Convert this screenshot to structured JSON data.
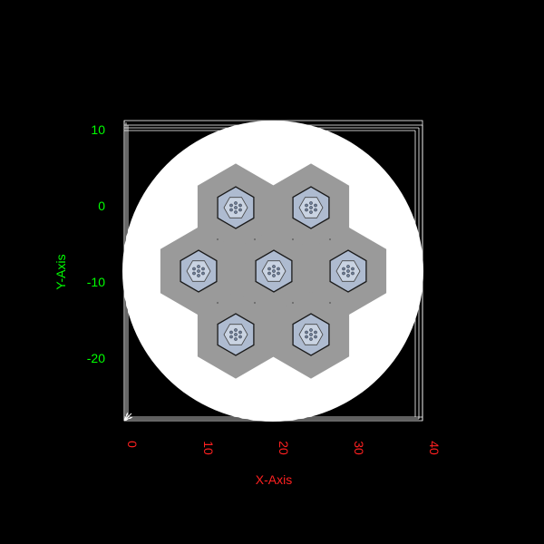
{
  "axes": {
    "x_title": "X-Axis",
    "y_title": "Y-Axis",
    "x_ticks": [
      "0",
      "10",
      "20",
      "30",
      "40"
    ],
    "y_ticks": [
      "10",
      "0",
      "-10",
      "-20"
    ],
    "x_color": "#ff2020",
    "y_color": "#00ff00",
    "box_color": "#ffffff"
  },
  "scene": {
    "background": "#000000",
    "disc_color": "#ffffff",
    "hex_cell_color": "#9a9a9a",
    "inner_hex_fill": "#aebbd0",
    "pin_cluster_color": "#6f7f99",
    "assembly_count": 7
  }
}
